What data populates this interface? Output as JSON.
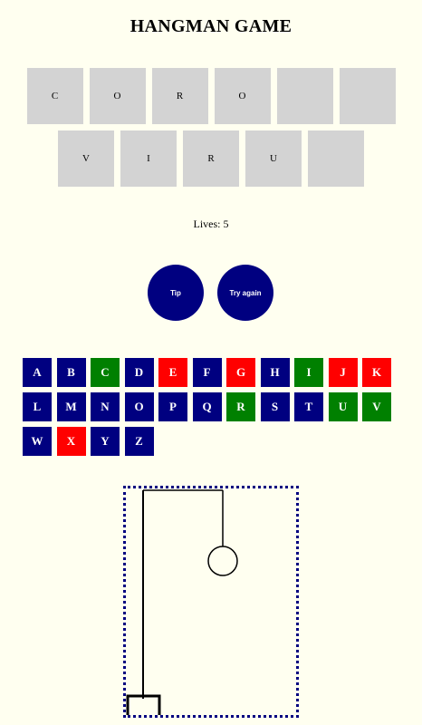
{
  "title": "HANGMAN GAME",
  "word": {
    "row1": [
      "C",
      "O",
      "R",
      "O",
      "",
      ""
    ],
    "row2": [
      "V",
      "I",
      "R",
      "U",
      ""
    ]
  },
  "lives_text": "Lives: 5",
  "buttons": {
    "tip": "Tip",
    "try_again": "Try again"
  },
  "keyboard": [
    {
      "letter": "A",
      "state": "unused"
    },
    {
      "letter": "B",
      "state": "unused"
    },
    {
      "letter": "C",
      "state": "correct"
    },
    {
      "letter": "D",
      "state": "unused"
    },
    {
      "letter": "E",
      "state": "wrong"
    },
    {
      "letter": "F",
      "state": "unused"
    },
    {
      "letter": "G",
      "state": "wrong"
    },
    {
      "letter": "H",
      "state": "unused"
    },
    {
      "letter": "I",
      "state": "correct"
    },
    {
      "letter": "J",
      "state": "wrong"
    },
    {
      "letter": "K",
      "state": "wrong"
    },
    {
      "letter": "L",
      "state": "unused"
    },
    {
      "letter": "M",
      "state": "unused"
    },
    {
      "letter": "N",
      "state": "unused"
    },
    {
      "letter": "O",
      "state": "unused"
    },
    {
      "letter": "P",
      "state": "unused"
    },
    {
      "letter": "Q",
      "state": "unused"
    },
    {
      "letter": "R",
      "state": "correct"
    },
    {
      "letter": "S",
      "state": "unused"
    },
    {
      "letter": "T",
      "state": "unused"
    },
    {
      "letter": "U",
      "state": "correct"
    },
    {
      "letter": "V",
      "state": "correct"
    },
    {
      "letter": "W",
      "state": "unused"
    },
    {
      "letter": "X",
      "state": "wrong"
    },
    {
      "letter": "Y",
      "state": "unused"
    },
    {
      "letter": "Z",
      "state": "unused"
    }
  ],
  "colors": {
    "background": "#fffff0",
    "key_unused": "#000080",
    "key_correct": "#008000",
    "key_wrong": "#ff0000",
    "slot": "#d3d3d3"
  },
  "hangman_parts_shown": [
    "base",
    "pole",
    "beam",
    "rope",
    "head"
  ]
}
